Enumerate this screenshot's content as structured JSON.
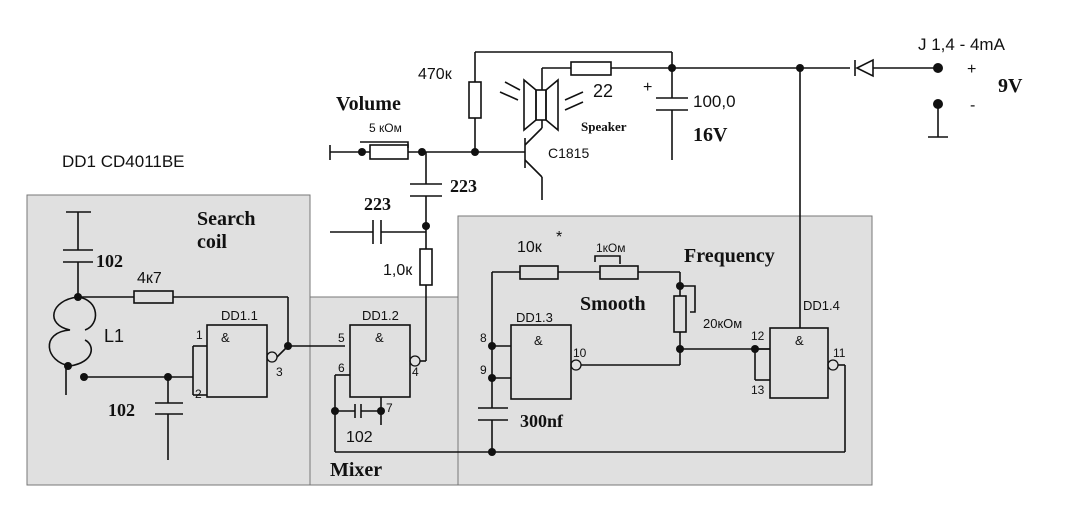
{
  "ic_title": "DD1  CD4011BE",
  "supply": {
    "current": "J 1,4 - 4mA",
    "plus": "+",
    "minus": "-",
    "voltage": "9V"
  },
  "blocks": {
    "search_coil": "Search\ncoil",
    "mixer": "Mixer",
    "frequency": "Frequency",
    "smooth": "Smooth",
    "volume": "Volume",
    "speaker": "Speaker"
  },
  "gates": {
    "dd1_1": {
      "name": "DD1.1",
      "sym": "&",
      "pins": [
        "1",
        "2",
        "3"
      ]
    },
    "dd1_2": {
      "name": "DD1.2",
      "sym": "&",
      "pins": [
        "5",
        "6",
        "4"
      ]
    },
    "dd1_3": {
      "name": "DD1.3",
      "sym": "&",
      "pins": [
        "8",
        "9",
        "10"
      ]
    },
    "dd1_4": {
      "name": "DD1.4",
      "sym": "&",
      "pins": [
        "12",
        "13",
        "11"
      ]
    }
  },
  "components": {
    "c_top_left": "102",
    "c_bottom_left": "102",
    "r_4k7": "4к7",
    "coil": "L1",
    "c_mixer": "102",
    "pin7": "7",
    "r_1k0": "1,0к",
    "c_223_a": "223",
    "c_223_b": "223",
    "pot_volume": "5 кОм",
    "r_470k": "470к",
    "r_22": "22",
    "transistor": "C1815",
    "cap_value": "100,0",
    "cap_voltage": "16V",
    "cap_plus": "+",
    "r_10k": "10к",
    "asterisk": "*",
    "pot_1k": "1кОм",
    "pot_20k": "20кОм",
    "c_300nf": "300nf"
  }
}
